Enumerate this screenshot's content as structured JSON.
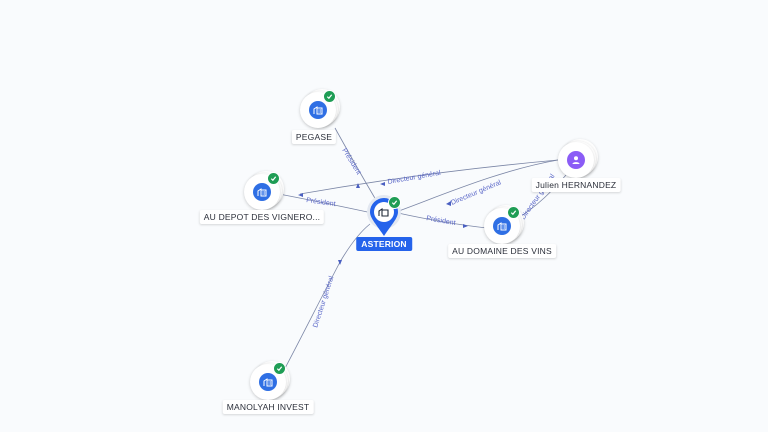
{
  "colors": {
    "edge": "#7b86a6",
    "edge_label": "#5a67c8",
    "company_icon": "#2f6fe4",
    "person_icon": "#8b5cf6",
    "check": "#1f9d55",
    "center_marker": "#2563eb"
  },
  "center": {
    "name": "ASTERION",
    "icon": "building-icon"
  },
  "nodes": [
    {
      "id": "pegase",
      "name": "PEGASE",
      "type": "company",
      "icon": "building-icon"
    },
    {
      "id": "audepot",
      "name": "AU DEPOT DES VIGNERO...",
      "type": "company",
      "icon": "building-icon"
    },
    {
      "id": "audomaine",
      "name": "AU DOMAINE DES VINS",
      "type": "company",
      "icon": "building-icon"
    },
    {
      "id": "manolyah",
      "name": "MANOLYAH INVEST",
      "type": "company",
      "icon": "building-icon"
    },
    {
      "id": "julien",
      "name": "Julien HERNANDEZ",
      "type": "person",
      "icon": "person-icon"
    }
  ],
  "edges": [
    {
      "from": "pegase",
      "to": "center",
      "label": "Président"
    },
    {
      "from": "center",
      "to": "audepot",
      "label": "Président"
    },
    {
      "from": "center",
      "to": "audomaine",
      "label": "Président"
    },
    {
      "from": "julien",
      "to": "audepot",
      "label": "Directeur général"
    },
    {
      "from": "julien",
      "to": "center",
      "label": "Directeur général"
    },
    {
      "from": "julien",
      "to": "audomaine",
      "label": "Directeur général"
    },
    {
      "from": "manolyah",
      "to": "center",
      "label": "Directeur général"
    }
  ]
}
